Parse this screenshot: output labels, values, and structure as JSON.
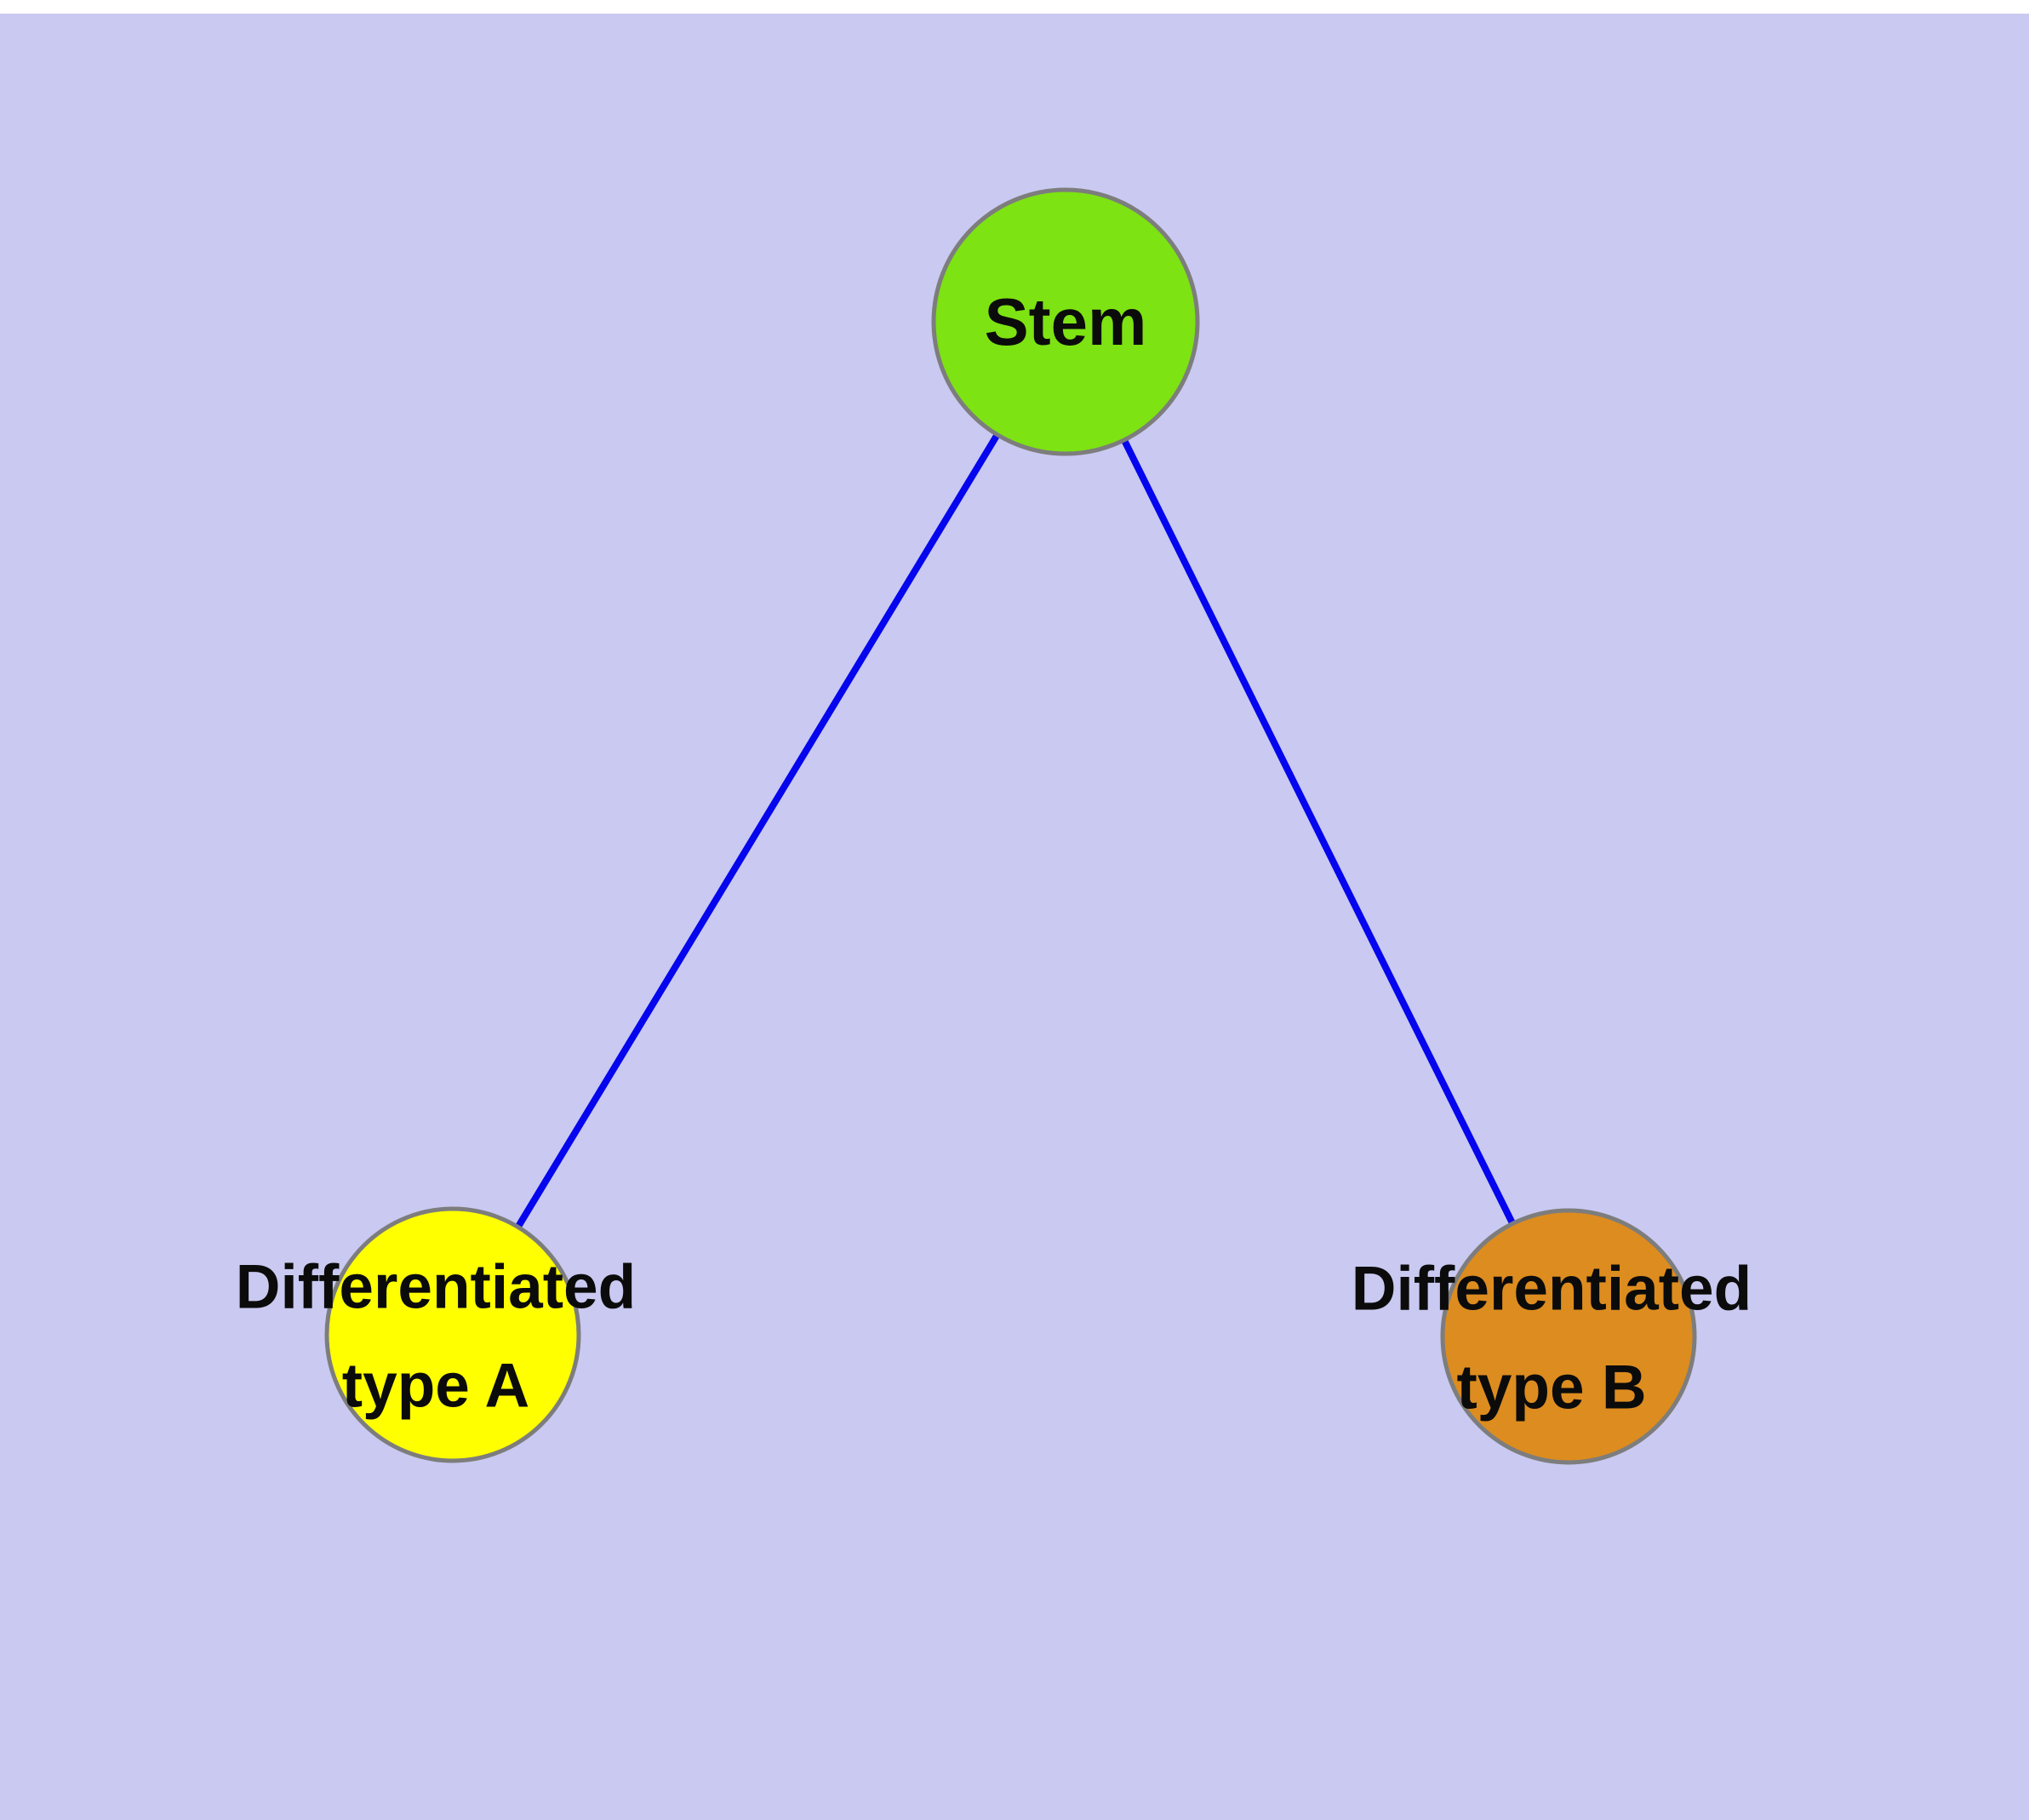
{
  "diagram": {
    "background_color": "#c9c9f1",
    "top_margin_color": "#ffffff",
    "edge_color": "#0505ee",
    "node_border_color": "#7d7d7d",
    "text_color": "#0b0b0b",
    "nodes": [
      {
        "id": "stem",
        "label": "Stem",
        "fill": "#7de312"
      },
      {
        "id": "differentiated-type-a",
        "label_lines": [
          "Differentiated",
          "type A"
        ],
        "fill": "#ffff00"
      },
      {
        "id": "differentiated-type-b",
        "label_lines": [
          "Differentiated",
          "type B"
        ],
        "fill": "#dd8c1f"
      }
    ],
    "edges": [
      {
        "from": "stem",
        "to": "differentiated-type-a"
      },
      {
        "from": "stem",
        "to": "differentiated-type-b"
      }
    ]
  }
}
